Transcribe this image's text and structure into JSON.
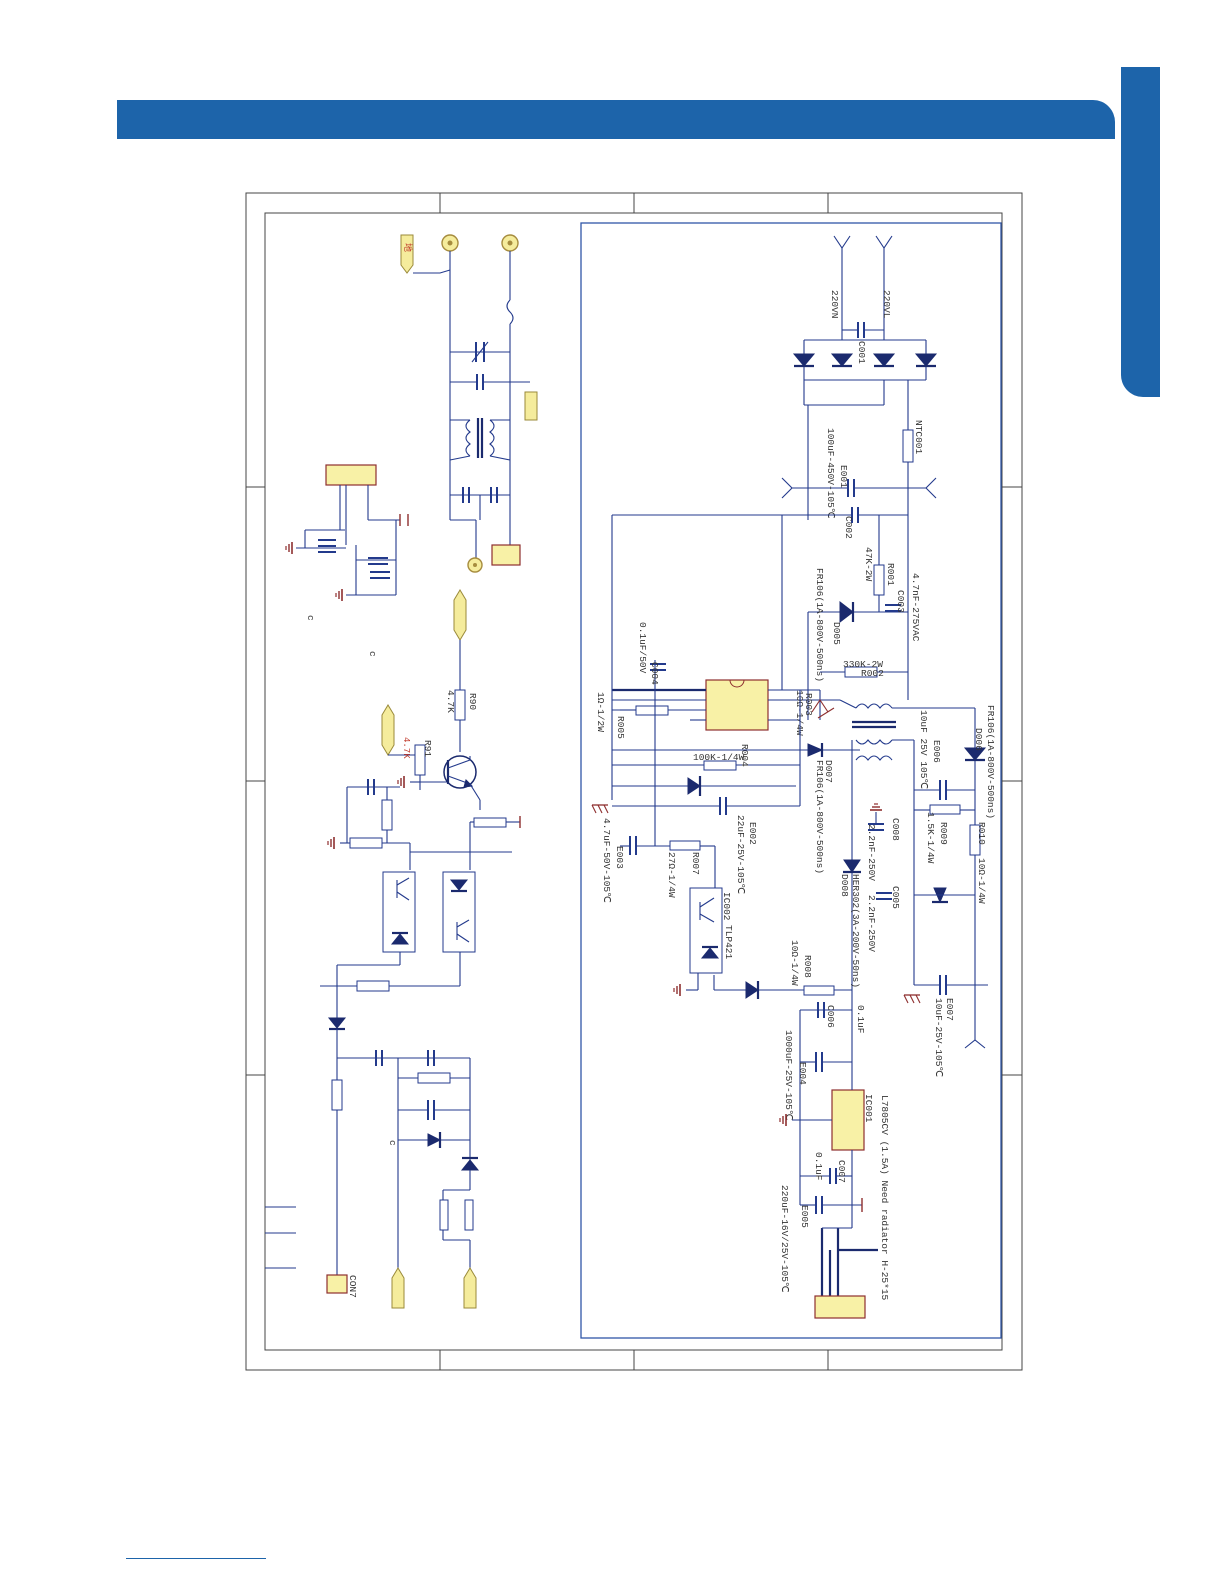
{
  "theme": {
    "accent": "#1d64aa",
    "wire": "#233a8c",
    "ground": "#8e2f2f",
    "component_fill": "#f8f1a6"
  },
  "labels": {
    "net_220vn": "220VN",
    "net_220vl": "220VL",
    "c001": "C001",
    "ntc001": "NTC001",
    "e001": "E001",
    "e001_val": "100uF-450V-105℃",
    "c002": "C002",
    "r001": "R001",
    "r001_val": "47K-2W",
    "c003": "C003",
    "c003_val": "4.7nF-275VAC",
    "d005": "D005",
    "d005_val": "FR106(1A-800V-500ns)",
    "r002": "R002",
    "r002_val": "330K-2W",
    "r003": "R003",
    "r003_val": "10Ω-1/4W",
    "c004": "C004",
    "c004_val": "0.1uF/50V",
    "r005": "R005",
    "r005_val": "1Ω-1/2W",
    "r004": "R004",
    "r004_val": "100K-1/4W",
    "d007": "D007",
    "d007_val": "FR106(1A-800V-500ns)",
    "e002": "E002",
    "e002_val": "22uF-25V-105℃",
    "e003": "E003",
    "e003_val": "4.7uF-50V-105℃",
    "r007": "R007",
    "r007_val": "27Ω-1/4W",
    "ic002": "IC002",
    "ic002_val": "TLP421",
    "d006": "D006",
    "d006_val": "FR106(1A-800V-500ns)",
    "e006": "E006",
    "e006_val": "10uF 25V 105℃",
    "r009": "R009",
    "r009_val": "1.5K-1/4W",
    "r010": "R010",
    "r010_val": "10Ω-1/4W",
    "c008": "C008",
    "c008_val": "2.2nF-250V",
    "d008": "D008",
    "d008_val": "HER302(3A-200V-50ns)",
    "c005": "C005",
    "c005_val": "2.2nF-250V",
    "r008": "R008",
    "r008_val": "10Ω-1/4W",
    "e007": "E007",
    "e007_val": "10uF-25V-105℃",
    "c006": "C006",
    "c006_val": "0.1uF",
    "e004": "E004",
    "e004_val": "1000uF-25V-105℃",
    "ic001": "IC001",
    "ic001_val": "L7805CV (1.5A) Need radiator H-25*15",
    "c007": "C007",
    "c007_val": "0.1uF",
    "e005": "E005",
    "e005_val": "220uF-16V/25V-105℃",
    "r90": "R90",
    "r90_val": "4.7K",
    "r91": "R91",
    "r91_val": "4.7K",
    "con7": "CON7",
    "misc_c1": "c",
    "misc_c2": "c",
    "misc_c3": "c",
    "top_term": "地"
  }
}
